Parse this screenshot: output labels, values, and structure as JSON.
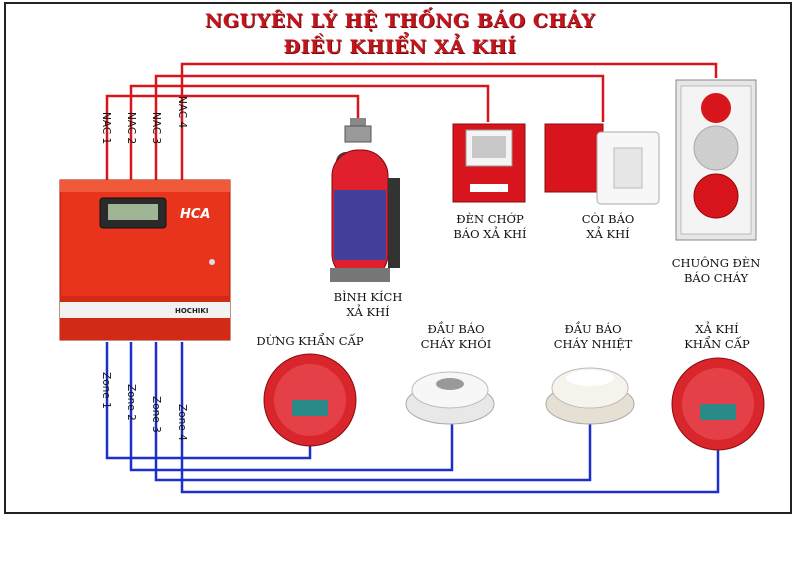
{
  "title": {
    "line1": "NGUYÊN LÝ HỆ THỐNG BÁO CHÁY",
    "line2": "ĐIỀU KHIỂN XẢ KHÍ"
  },
  "panel": {
    "brand": "HCA",
    "logo": "HOCHIKI",
    "nac_labels": [
      "NAC 1",
      "NAC 2",
      "NAC 3",
      "NAC 4"
    ],
    "zone_labels": [
      "Zone 1",
      "Zone 2",
      "Zone 3",
      "Zone 4"
    ]
  },
  "devices": {
    "cylinder": {
      "line1": "BÌNH KÍCH",
      "line2": "XẢ KHÍ"
    },
    "strobe": {
      "line1": "ĐÈN CHỚP",
      "line2": "BÁO XẢ KHÍ"
    },
    "horn": {
      "line1": "CÒI BÁO",
      "line2": "XẢ KHÍ"
    },
    "bell": {
      "line1": "CHUÔNG ĐÈN",
      "line2": "BÁO CHÁY"
    },
    "abort": {
      "line1": "DỪNG KHẨN CẤP"
    },
    "smoke": {
      "line1": "ĐẦU BÁO",
      "line2": "CHÁY KHÓI"
    },
    "heat": {
      "line1": "ĐẦU BÁO",
      "line2": "CHÁY NHIỆT"
    },
    "release": {
      "line1": "XẢ KHÍ",
      "line2": "KHẨN CẤP"
    }
  },
  "colors": {
    "title": "#c4151c",
    "nac_wire": "#d8141c",
    "zone_wire": "#1c2fc8",
    "panel": "#e8341c"
  }
}
